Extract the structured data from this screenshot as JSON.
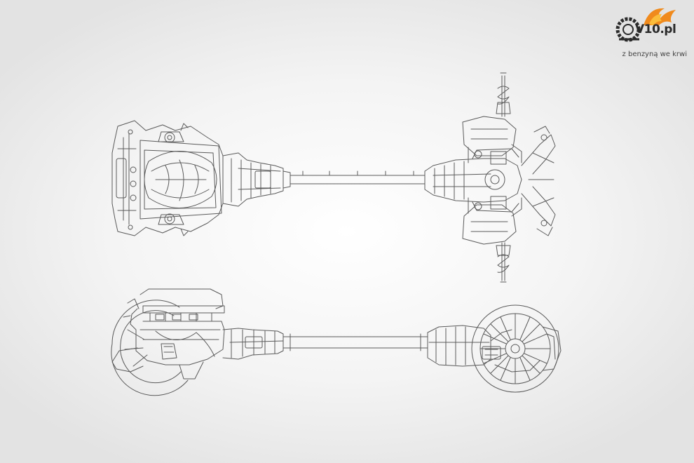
{
  "logo": {
    "text": "V10.pl",
    "tagline": "z benzyną we krwi",
    "flame_color": "#f08a1c",
    "flame_highlight": "#fbbd3a",
    "tire_color": "#2b2b2b"
  },
  "drawing": {
    "subject": "drivetrain line drawing",
    "views": [
      "top-view",
      "side-view"
    ],
    "line_color": "#5a5a5a",
    "background_center": "#ffffff",
    "background_edge": "#e3e3e3"
  }
}
